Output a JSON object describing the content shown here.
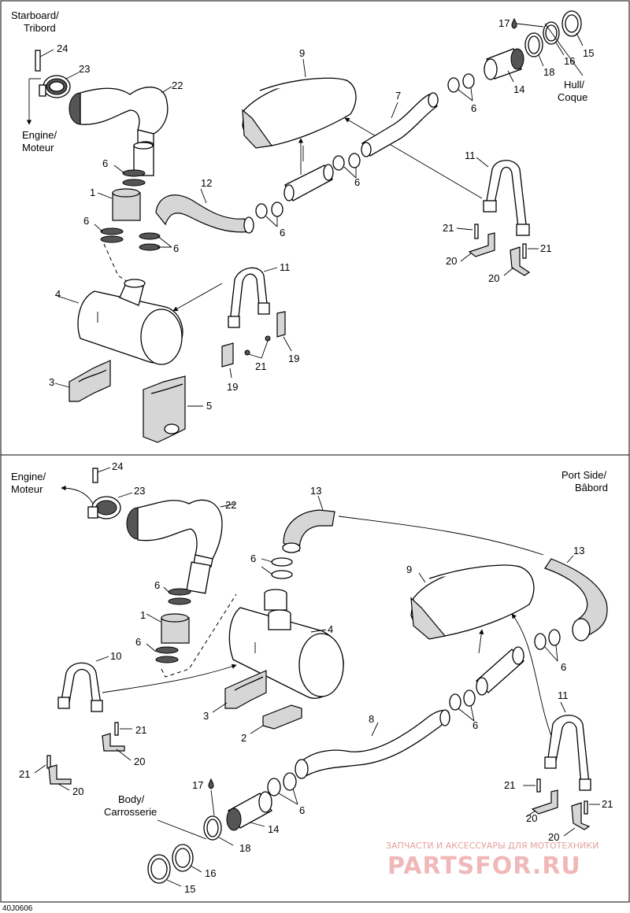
{
  "diagram_code": "40J0606",
  "top_panel": {
    "labels": {
      "starboard": [
        "Starboard/",
        "Tribord"
      ],
      "engine": [
        "Engine/",
        "Moteur"
      ],
      "hull": [
        "Hull/",
        "Coque"
      ]
    },
    "part_numbers": [
      "24",
      "23",
      "22",
      "6",
      "1",
      "6",
      "12",
      "6",
      "6",
      "4",
      "3",
      "5",
      "9",
      "7",
      "6",
      "6",
      "17",
      "16",
      "18",
      "14",
      "15",
      "11",
      "21",
      "21",
      "20",
      "20",
      "11",
      "19",
      "21",
      "19"
    ]
  },
  "bottom_panel": {
    "labels": {
      "engine": [
        "Engine/",
        "Moteur"
      ],
      "port_side": [
        "Port Side/",
        "Bâbord"
      ],
      "body": [
        "Body/",
        "Carrosserie"
      ]
    },
    "part_numbers": [
      "24",
      "23",
      "22",
      "13",
      "6",
      "6",
      "1",
      "6",
      "4",
      "13",
      "9",
      "6",
      "10",
      "3",
      "2",
      "21",
      "20",
      "21",
      "20",
      "8",
      "6",
      "17",
      "6",
      "14",
      "18",
      "16",
      "15",
      "11",
      "21",
      "20",
      "21",
      "20"
    ]
  },
  "watermark": {
    "caption": "ЗАПЧАСТИ И АКСЕССУАРЫ ДЛЯ МОТОТЕХНИКИ",
    "logo": "PARTSFOR.RU"
  }
}
